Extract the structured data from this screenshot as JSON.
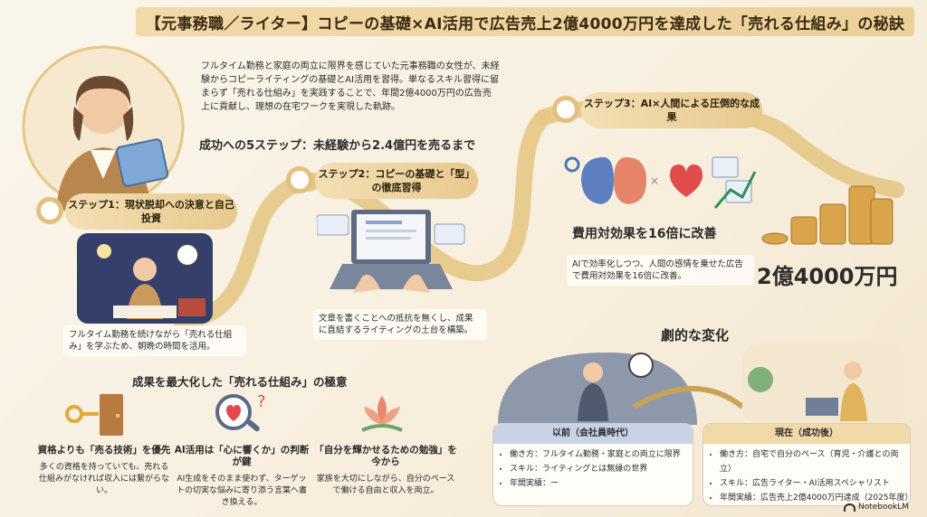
{
  "title": "【元事務職／ライター】コピーの基礎×AI活用で広告売上2億4000万円を達成した「売れる仕組み」の秘訣",
  "intro": "フルタイム勤務と家庭の両立に限界を感じていた元事務職の女性が、未経験からコピーライティングの基礎とAI活用を習得。単なるスキル習得に留まらず「売れる仕組み」を実践することで、年間2億4000万円の広告売上に貢献し、理想の在宅ワークを実現した軌跡。",
  "steps_heading": "成功への5ステップ：未経験から2.4億円を売るまで",
  "step1": {
    "label": "ステップ1：現状脱却への決意と自己投資",
    "caption": "フルタイム勤務を続けながら「売れる仕組み」を学ぶため、朝晩の時間を活用。"
  },
  "step2": {
    "label": "ステップ2：コピーの基礎と「型」の徹底習得",
    "caption": "文章を書くことへの抵抗を無くし、成果に直結するライティングの土台を構築。"
  },
  "step3": {
    "label": "ステップ3：AI×人間による圧倒的な成果",
    "result": "費用対効果を16倍に改善",
    "caption": "AIで効率化しつつ、人間の感情を乗せた広告で費用対効果を16倍に改善。"
  },
  "revenue": "2億4000万円",
  "change_heading": "劇的な変化",
  "before": {
    "title": "以前（会社員時代）",
    "items": [
      "働き方：フルタイム勤務・家庭との両立に限界",
      "スキル：ライティングとは無縁の世界",
      "年間実績：ー"
    ]
  },
  "after": {
    "title": "現在（成功後）",
    "items": [
      "働き方：自宅で自分のペース（育児・介護との両立）",
      "スキル：広告ライター・AI活用スペシャリスト",
      "年間実績：広告売上2億4000万円達成（2025年度）"
    ]
  },
  "tips_heading": "成果を最大化した「売れる仕組み」の極意",
  "tips": [
    {
      "title": "資格よりも「売る技術」を優先",
      "text": "多くの資格を持っていても、売れる仕組みがなければ収入には繋がらない。"
    },
    {
      "title": "AI活用は「心に響くか」の判断が鍵",
      "text": "AI生成をそのまま使わず、ターゲットの切実な悩みに寄り添う言葉へ書き換える。"
    },
    {
      "title": "「自分を輝かせるための勉強」を今から",
      "text": "家族を大切にしながら、自分のペースで働ける自由と収入を両立。"
    }
  ],
  "brand": "NotebookLM",
  "colors": {
    "gold": "#e3c07e",
    "before_head": "#c9d3e6",
    "after_head": "#f1d9a8",
    "heart": "#e24b4b"
  }
}
